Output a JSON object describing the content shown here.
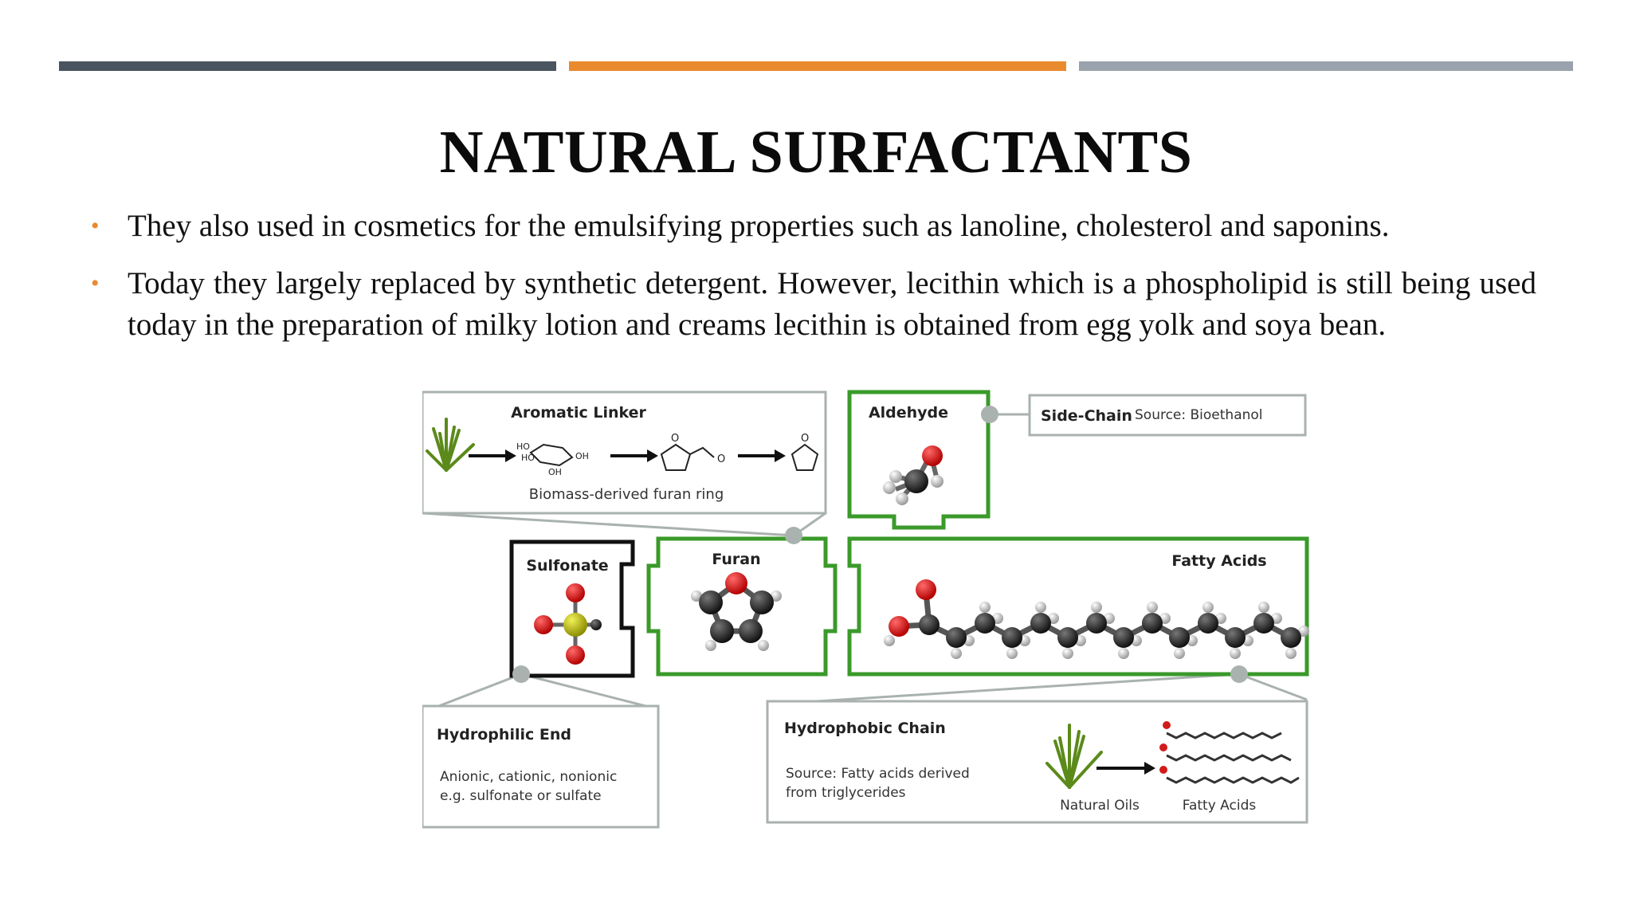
{
  "slide": {
    "title": "NATURAL SURFACTANTS",
    "accent_colors": [
      "#4a5460",
      "#e98a2e",
      "#9aa3ad"
    ],
    "bullets": [
      "They also used in cosmetics for the emulsifying properties such as lanoline, cholesterol and saponins.",
      "Today they largely replaced by synthetic detergent. However, lecithin which is a phospholipid is still being used today in the preparation of milky lotion and creams lecithin is obtained from egg yolk and soya bean."
    ]
  },
  "figure": {
    "aromatic_linker": {
      "title": "Aromatic Linker",
      "caption": "Biomass-derived furan ring",
      "glucose_labels": [
        "HO",
        "HO",
        "OH",
        "OH"
      ],
      "oxygen_label": "O"
    },
    "aldehyde": {
      "title": "Aldehyde"
    },
    "side_chain": {
      "title": "Side-Chain",
      "source": "Source: Bioethanol"
    },
    "sulfonate": {
      "title": "Sulfonate"
    },
    "furan": {
      "title": "Furan"
    },
    "fatty_acids": {
      "title": "Fatty Acids"
    },
    "hydrophilic_end": {
      "title": "Hydrophilic End",
      "line1": "Anionic, cationic, nonionic",
      "line2": "e.g. sulfonate or sulfate"
    },
    "hydrophobic_chain": {
      "title": "Hydrophobic Chain",
      "line1": "Source: Fatty acids derived",
      "line2": "from triglycerides",
      "label_left": "Natural Oils",
      "label_right": "Fatty Acids"
    },
    "colors": {
      "green": "#3a9a2a",
      "black": "#111111",
      "grey": "#a9b2ae",
      "oxygen": "#d21b1b",
      "sulfur": "#b7b817"
    }
  }
}
